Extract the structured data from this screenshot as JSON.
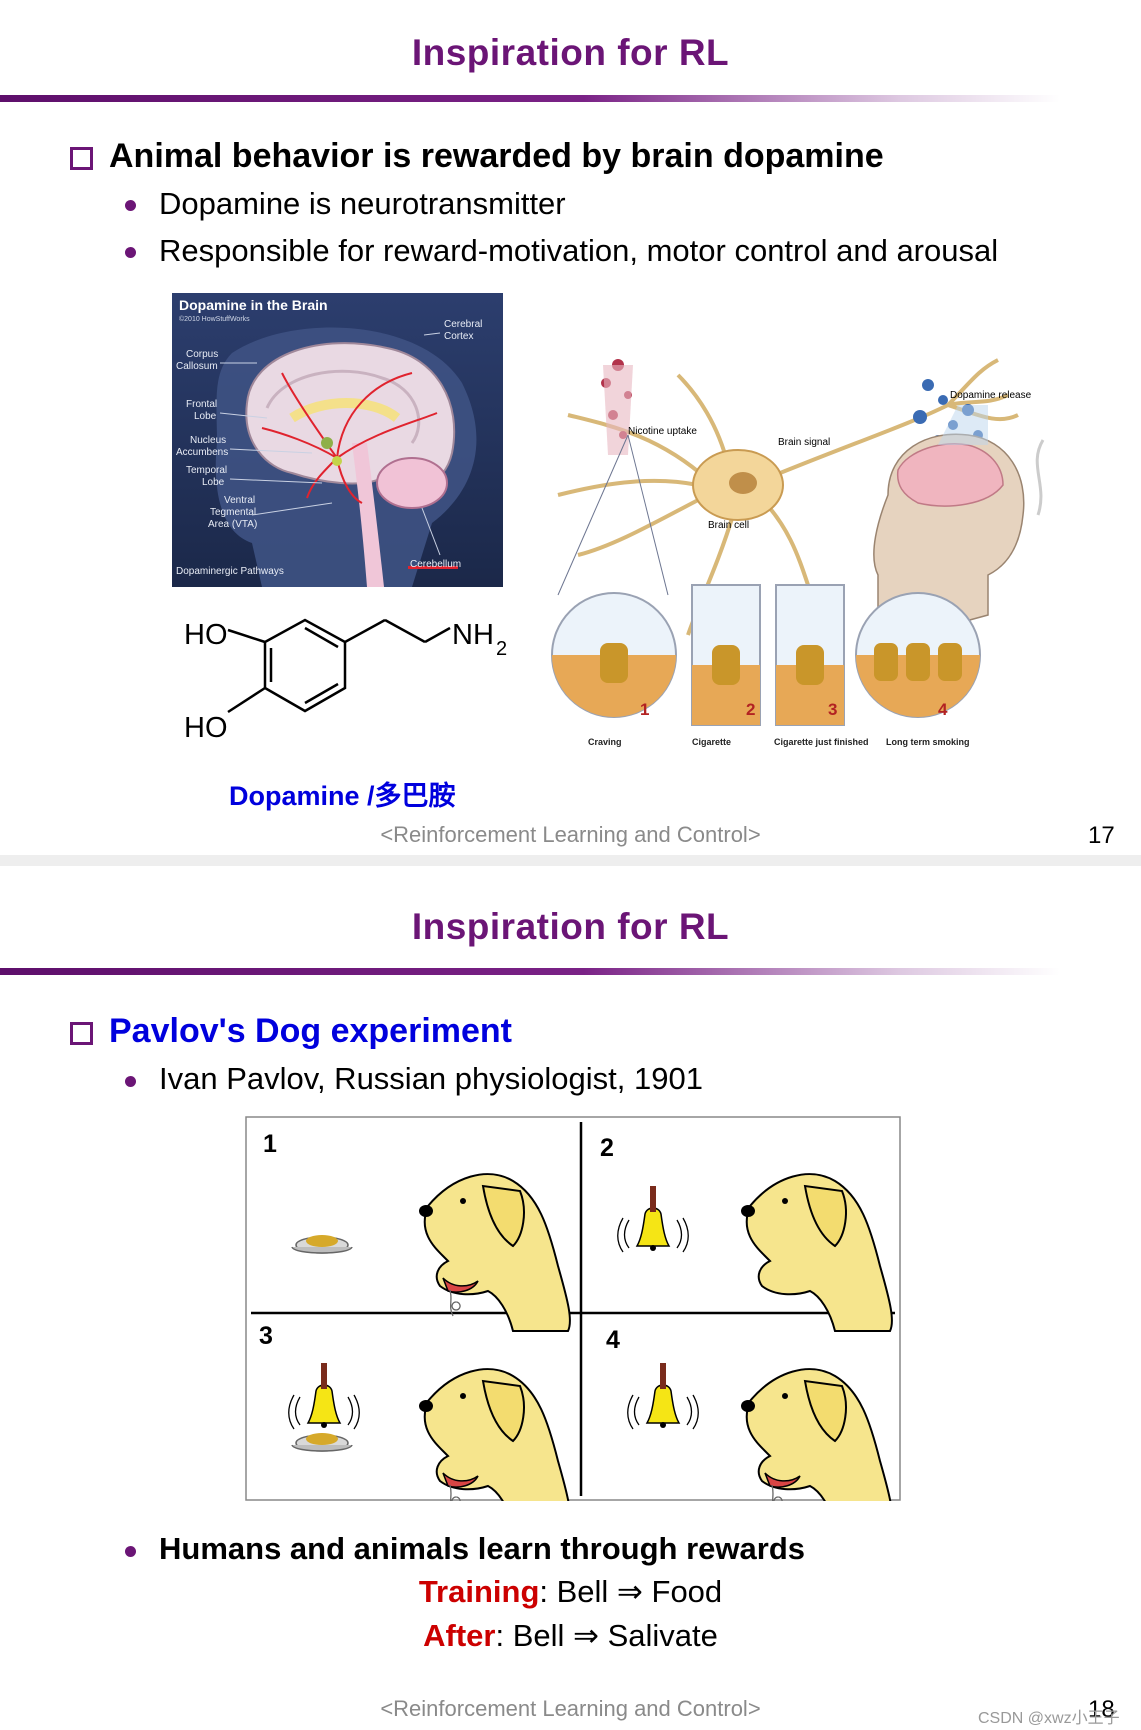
{
  "slide1": {
    "title": "Inspiration for RL",
    "heading": "Animal behavior is rewarded by brain dopamine",
    "bullets": [
      "Dopamine is neurotransmitter",
      "Responsible for reward-motivation, motor control and arousal"
    ],
    "brain_figure": {
      "title": "Dopamine in the Brain",
      "copyright": "©2010 HowStuffWorks",
      "labels": [
        "Cerebral",
        "Cortex",
        "Corpus",
        "Callosum",
        "Frontal",
        "Lobe",
        "Nucleus",
        "Accumbens",
        "Temporal",
        "Lobe",
        "Ventral",
        "Tegmental",
        "Area (VTA)",
        "Cerebellum",
        "Dopaminergic Pathways"
      ]
    },
    "molecule": {
      "ho1": "HO",
      "ho2": "HO",
      "nh": "NH",
      "sub": "2"
    },
    "caption": "Dopamine /多巴胺",
    "nicotine_figure": {
      "labels": [
        "Nicotine uptake",
        "Brain signal",
        "Dopamine release",
        "Brain cell"
      ],
      "panels": [
        {
          "num": "1",
          "label": "Craving"
        },
        {
          "num": "2",
          "label": "Cigarette"
        },
        {
          "num": "3",
          "label": "Cigarette just finished"
        },
        {
          "num": "4",
          "label": "Long term smoking"
        }
      ]
    },
    "footer": "<Reinforcement Learning and Control>",
    "page": "17"
  },
  "slide2": {
    "title": "Inspiration for RL",
    "heading": "Pavlov's Dog experiment",
    "bullet1": "Ivan Pavlov, Russian physiologist, 1901",
    "quadrants": [
      "1",
      "2",
      "3",
      "4"
    ],
    "bullet2": "Humans and animals learn through rewards",
    "line1": {
      "key": "Training",
      "rest": ": Bell ⇒ Food"
    },
    "line2": {
      "key": "After",
      "rest": ": Bell ⇒ Salivate"
    },
    "footer": "<Reinforcement Learning and Control>",
    "page": "18",
    "watermark": "CSDN @xwz小王子"
  },
  "colors": {
    "title": "#6b1576",
    "heading_blue": "#0000dd",
    "accent_red": "#cc0000",
    "footer_gray": "#8a8a8a"
  }
}
